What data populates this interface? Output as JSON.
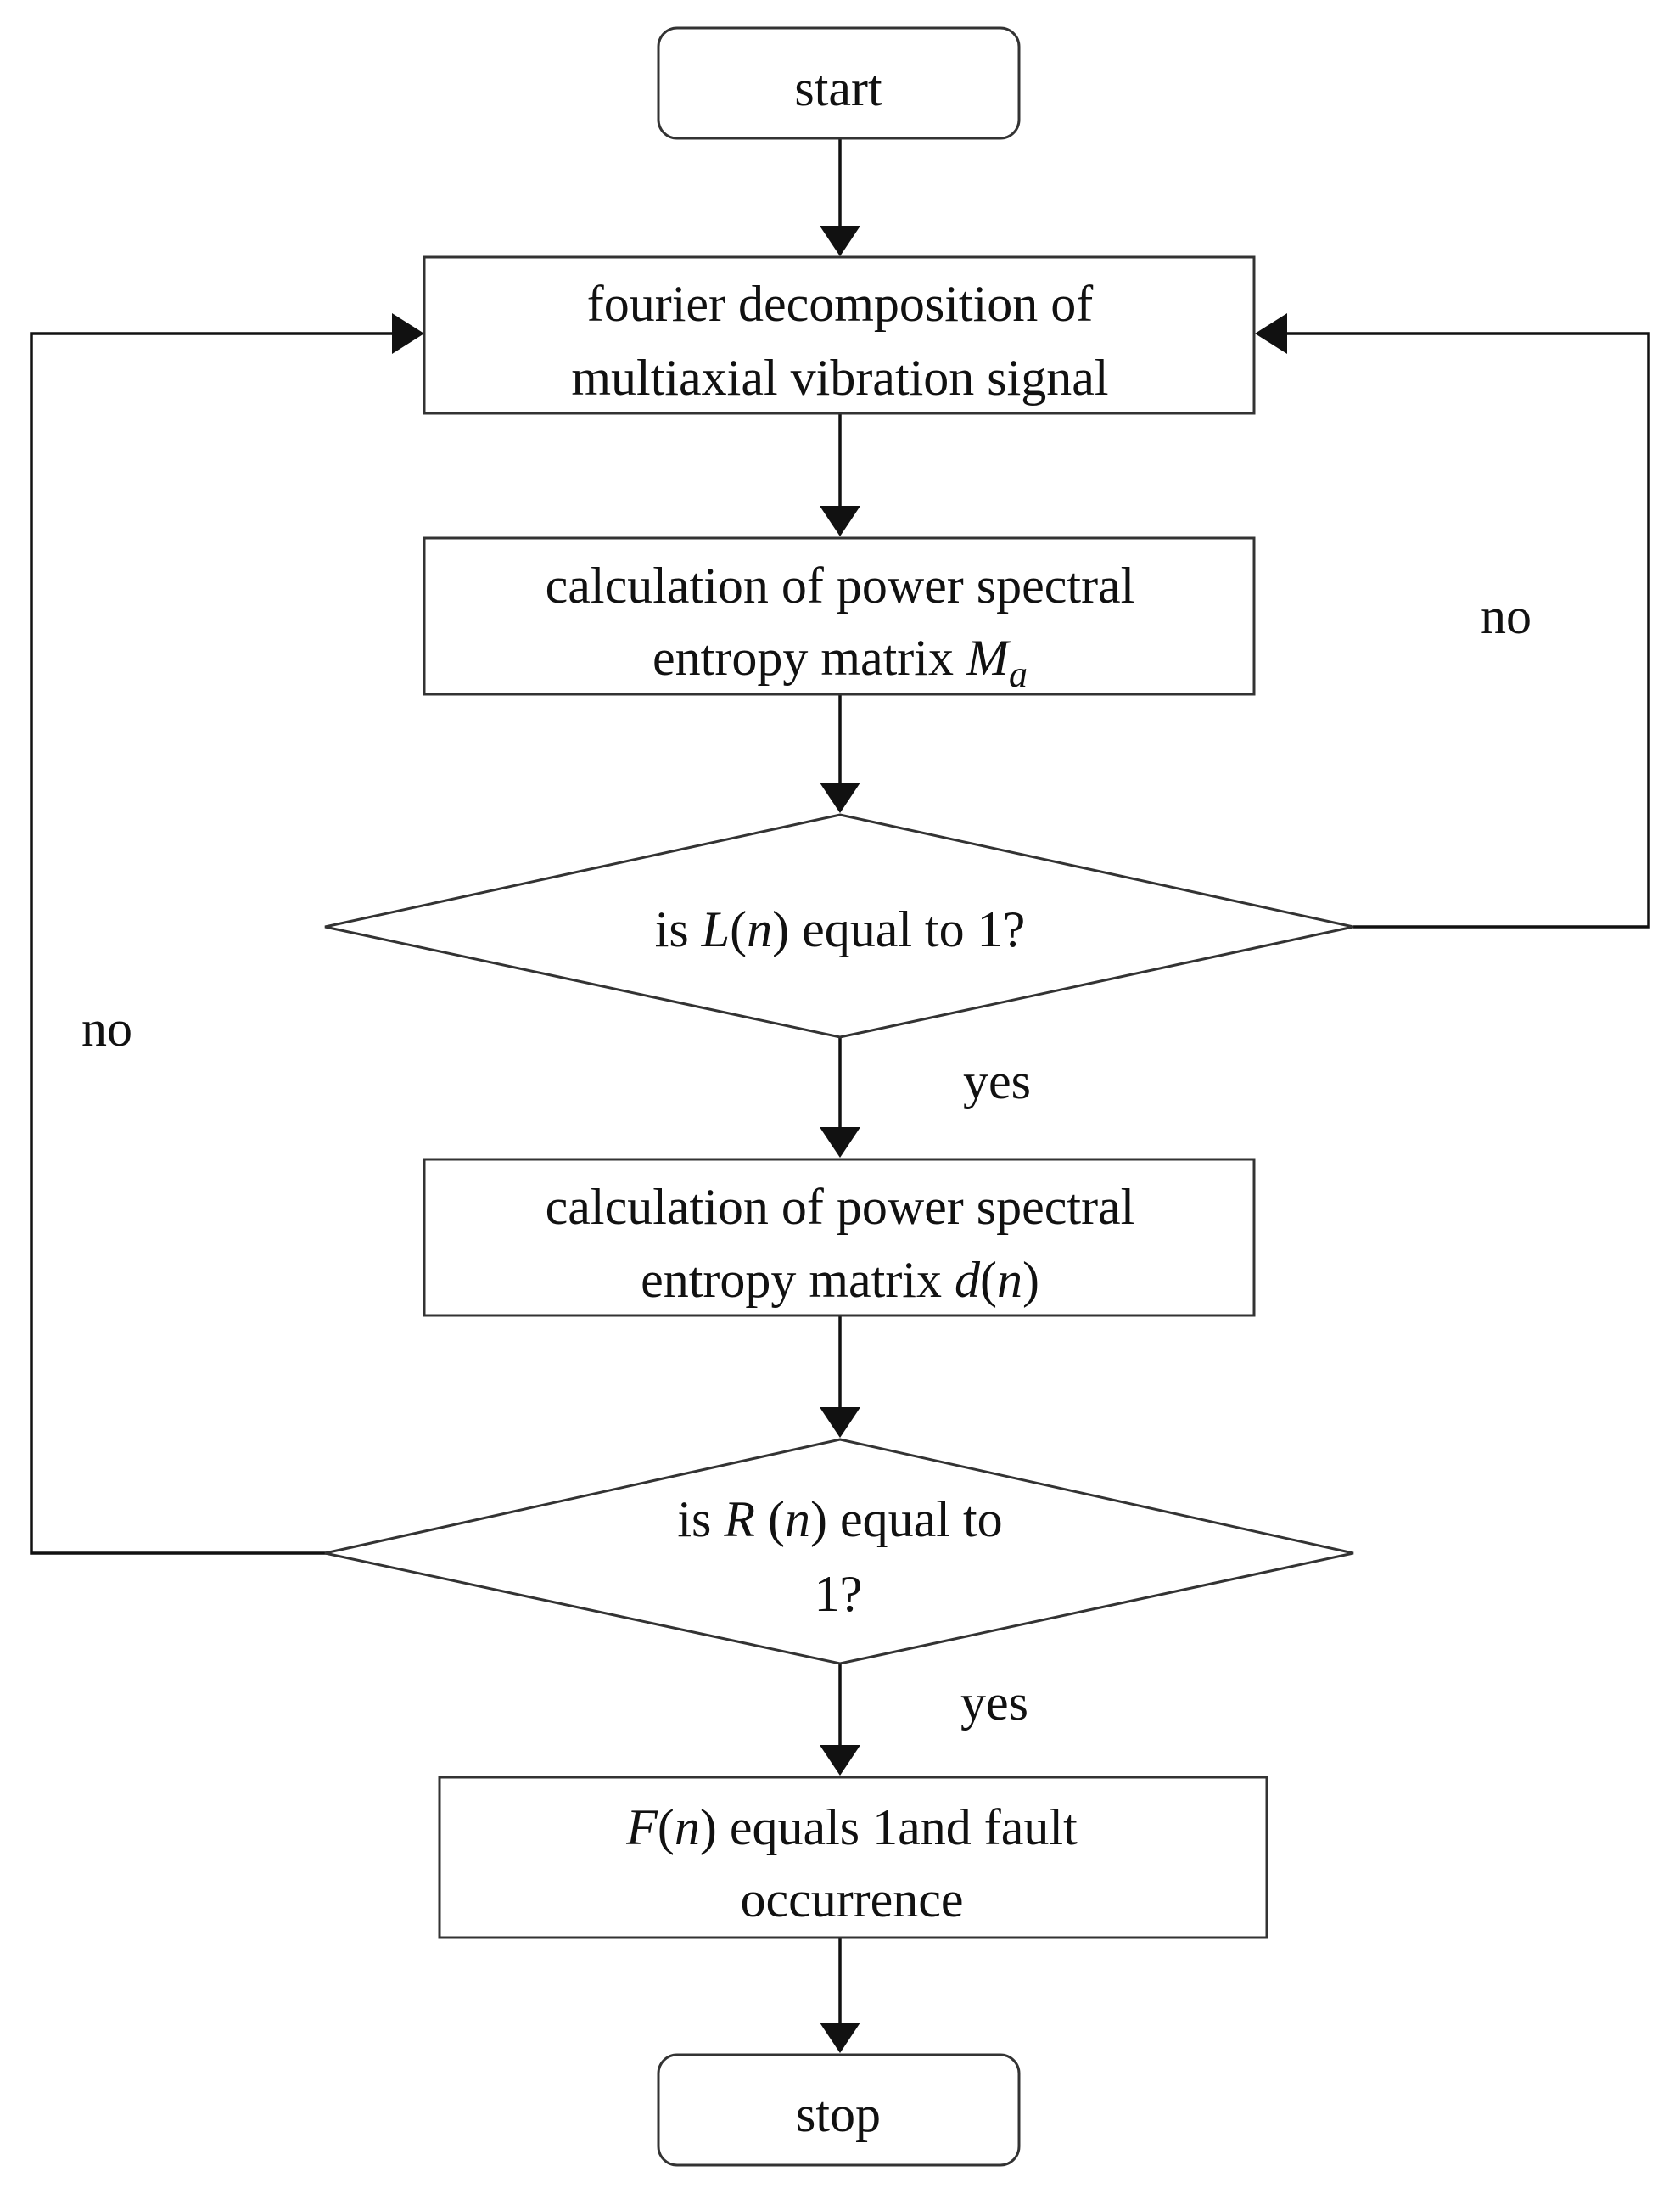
{
  "nodes": {
    "start": {
      "text": "start"
    },
    "fourier": {
      "line1": "fourier decomposition of",
      "line2": "multiaxial vibration signal"
    },
    "psd_ma": {
      "line1": "calculation of power spectral",
      "line2_pre": "entropy matrix ",
      "line2_var": "M",
      "line2_sub": "a"
    },
    "decision_l": {
      "pre": "is ",
      "var": "L",
      "paren_open": "(",
      "arg": "n",
      "paren_close": ")",
      "post": " equal to 1?"
    },
    "psd_dn": {
      "line1": "calculation of power spectral",
      "line2_pre": "entropy matrix ",
      "line2_var": "d",
      "line2_open": "(",
      "line2_arg": "n",
      "line2_close": ")"
    },
    "decision_r": {
      "pre": "is ",
      "var": "R",
      "mid": " (",
      "arg": "n",
      "post": ") equal to",
      "line2": "1?"
    },
    "fault": {
      "var": "F",
      "open": "(",
      "arg": "n",
      "post": ") equals 1and fault",
      "line2": "occurrence"
    },
    "stop": {
      "text": "stop"
    }
  },
  "edges": {
    "no_right": "no",
    "no_left": "no",
    "yes_1": "yes",
    "yes_2": "yes"
  }
}
